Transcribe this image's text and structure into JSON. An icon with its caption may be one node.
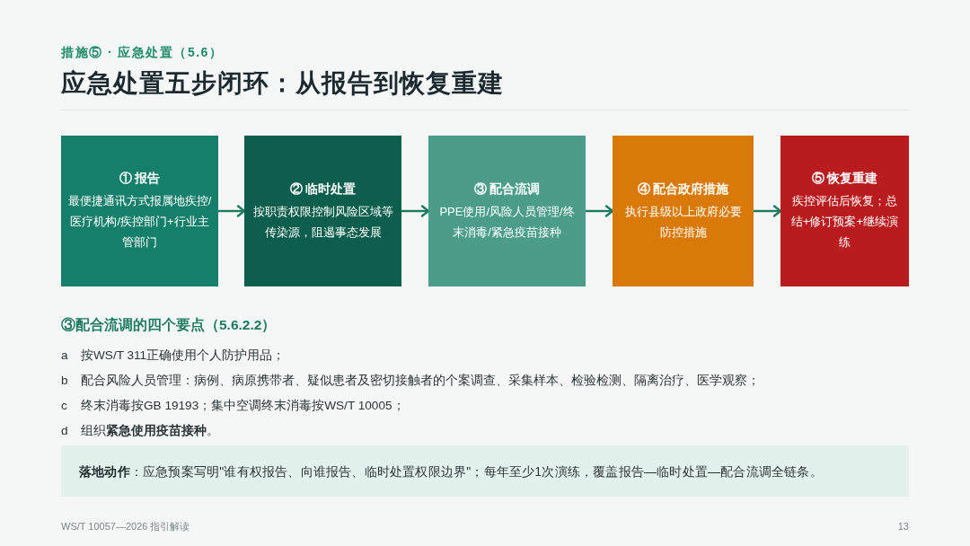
{
  "diagram": {
    "title": "应急处置五步闭环：从报告到恢复重建",
    "nodes": [
      {
        "text": [
          "① 报告",
          "最便捷通讯方式报属地疾控/医疗机构/疾控部门+行业主管部门"
        ]
      },
      {
        "text": [
          "② 临时处置",
          "按职责权限控制风险区域等传染源，阻遏事态发展"
        ]
      },
      {
        "text": [
          "③ 配合流调",
          "PPE使用/风险人员管理/终末消毒/紧急疫苗接种"
        ]
      },
      {
        "text": [
          "④ 配合政府措施",
          "执行县级以上政府必要防控措施"
        ]
      },
      {
        "text": [
          "⑤ 恢复重建",
          "疾控评估后恢复；总结+修订预案+继续演练"
        ]
      },
      {
        "text": [
          "**落地动作**：应急预案写明\"谁有权报告、向谁报告、临时处置权限边界\"；每年至少1次演练，覆盖报告—临时处置—配合流调全链条。"
        ]
      }
    ],
    "edges": [
      {
        "from": 0,
        "to": 1,
        "arrow": "to"
      },
      {
        "from": 1,
        "to": 2,
        "arrow": "to"
      },
      {
        "from": 2,
        "to": 3,
        "arrow": "to"
      },
      {
        "from": 3,
        "to": 4,
        "arrow": "to"
      }
    ],
    "labels": [
      "措施⑤ · 应急处置（5.6）",
      "③配合流调的四个要点（5.6.2.2）",
      "a",
      "按WS/T 311正确使用个人防护用品；",
      "b",
      "配合风险人员管理：病例、病原携带者、疑似患者及密切接触者的个案调查、采集样本、检验检测、隔离治疗、医学观察；",
      "c",
      "终末消毒按GB 19193；集中空调终末消毒按WS/T 10005；",
      "d",
      "组织**紧急使用疫苗接种**。",
      "WS/T 10057—2026 指引解读",
      "13"
    ]
  }
}
